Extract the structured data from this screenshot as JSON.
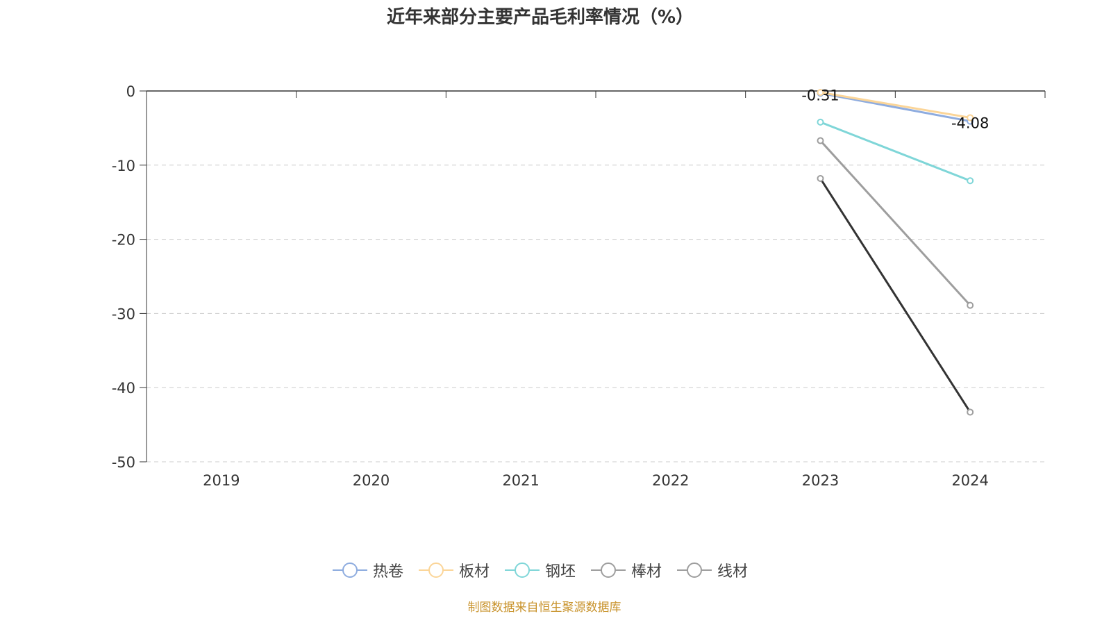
{
  "chart_data": {
    "type": "line",
    "title": "近年来部分主要产品毛利率情况（%）",
    "categories": [
      "2019",
      "2020",
      "2021",
      "2022",
      "2023",
      "2024"
    ],
    "ylim": [
      -50,
      0
    ],
    "yticks": [
      0,
      -10,
      -20,
      -30,
      -40,
      -50
    ],
    "grid": true,
    "legend_position": "bottom",
    "series": [
      {
        "name": "热卷",
        "color": "#8eacdf",
        "values": [
          null,
          null,
          null,
          null,
          -0.31,
          -4.08
        ],
        "labels": [
          "-0.31",
          "-4.08"
        ]
      },
      {
        "name": "板材",
        "color": "#fbd598",
        "values": [
          null,
          null,
          null,
          null,
          -0.2,
          -3.6
        ]
      },
      {
        "name": "钢坯",
        "color": "#7fd6d8",
        "values": [
          null,
          null,
          null,
          null,
          -4.2,
          -12.1
        ]
      },
      {
        "name": "棒材",
        "color": "#9e9e9e",
        "values": [
          null,
          null,
          null,
          null,
          -6.7,
          -28.9
        ]
      },
      {
        "name": "线材",
        "color": "#333333",
        "legend_color": "#9e9e9e",
        "values": [
          null,
          null,
          null,
          null,
          -11.8,
          -43.3
        ]
      }
    ]
  },
  "source": "制图数据来自恒生聚源数据库"
}
